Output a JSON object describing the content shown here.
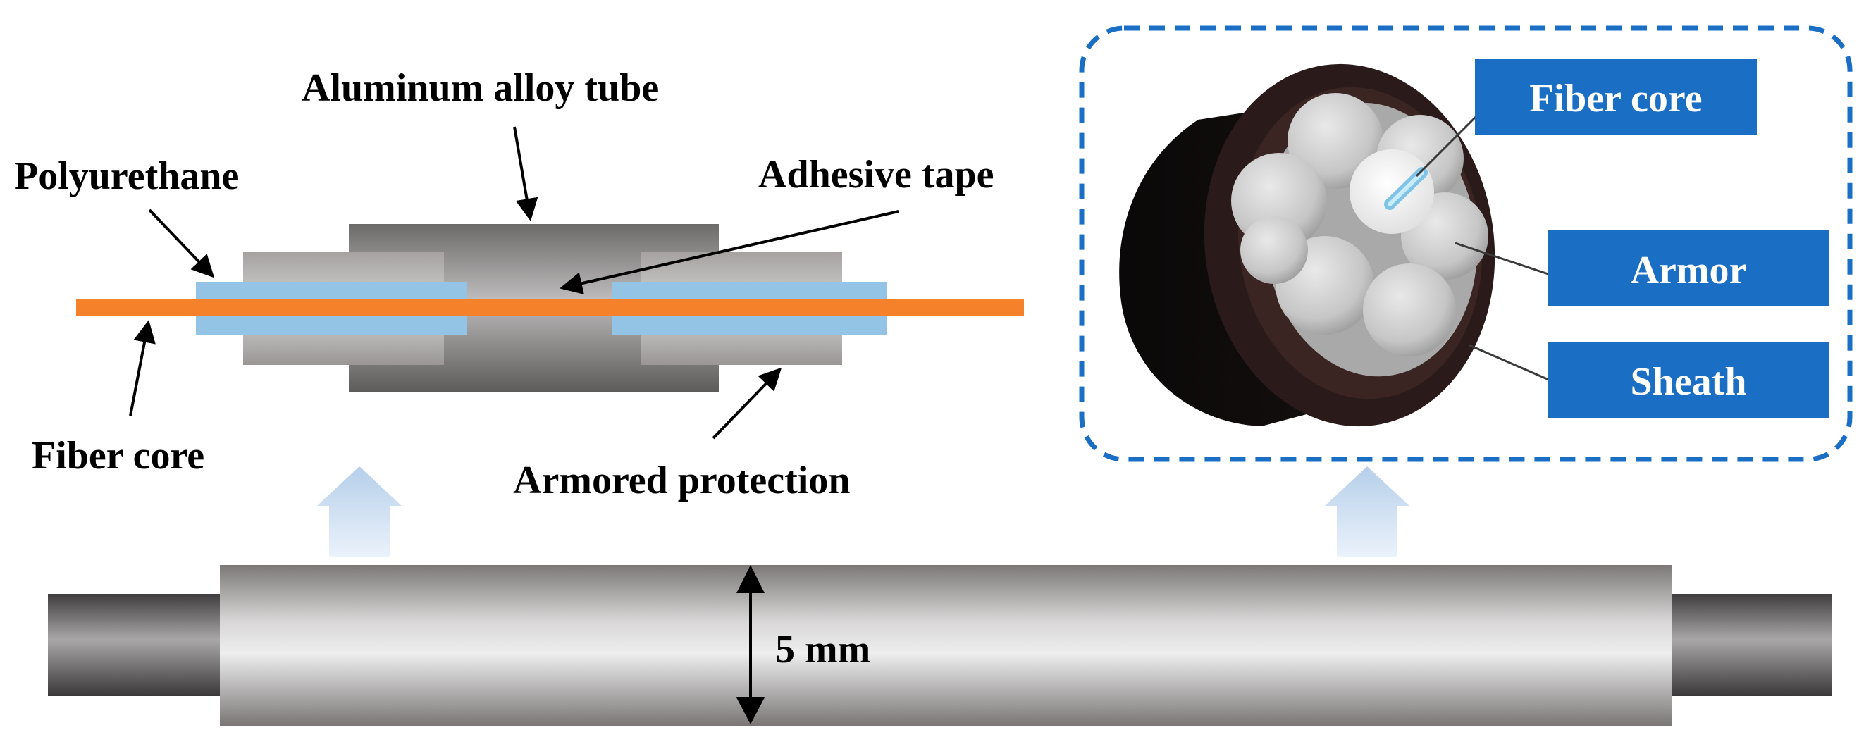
{
  "labels": {
    "aluminum_alloy_tube": "Aluminum alloy tube",
    "polyurethane": "Polyurethane",
    "adhesive_tape": "Adhesive tape",
    "fiber_core_left": "Fiber core",
    "armored_protection": "Armored protection",
    "dimension": "5 mm"
  },
  "cross_section": {
    "fiber_core": "Fiber core",
    "armor": "Armor",
    "sheath": "Sheath"
  },
  "colors": {
    "fiber": "#f5822a",
    "polyurethane": "#93c4e6",
    "callout_box": "#1a6fc4",
    "callout_border": "#1a6fc4",
    "up_arrow": "#c9dcf0"
  }
}
